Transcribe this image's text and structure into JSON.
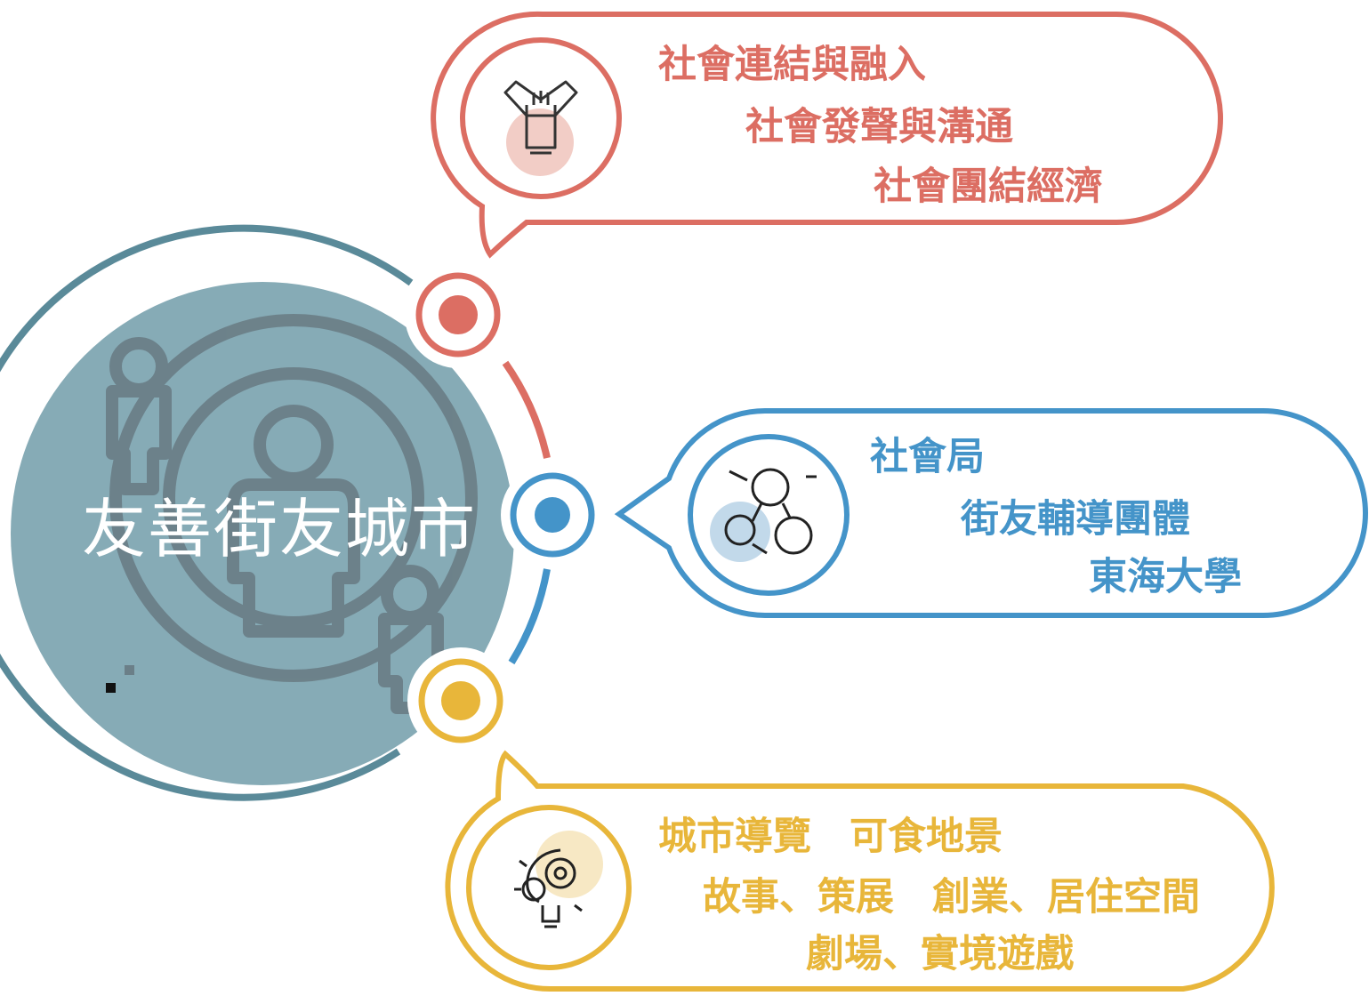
{
  "hub": {
    "title": "友善街友城市"
  },
  "colors": {
    "red": "#dc6e63",
    "blue": "#4494c9",
    "yellow": "#e8b63a",
    "teal": "#5a8a99",
    "hubfill": "#86abb6"
  },
  "bubbles": {
    "top": {
      "lines": [
        "社會連結與融入",
        "社會發聲與溝通",
        "社會團結經濟"
      ],
      "icon": "handshake-icon"
    },
    "middle": {
      "lines": [
        "社會局",
        "街友輔導團體",
        "東海大學"
      ],
      "icon": "network-people-icon"
    },
    "bottom": {
      "lines": [
        "城市導覽　可食地景",
        "故事、策展　創業、居住空間",
        "劇場、實境遊戲"
      ],
      "icon": "idea-gears-icon"
    }
  }
}
